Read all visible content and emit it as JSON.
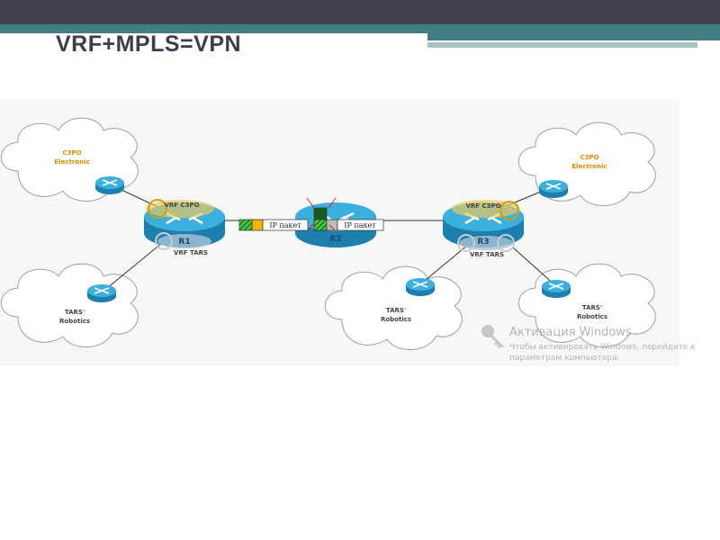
{
  "slide": {
    "title": "VRF+MPLS=VPN"
  },
  "diagram": {
    "sites": {
      "c3po_left": "C3PO",
      "c3po_left_2": "Electronic",
      "tars_left": "TARS'",
      "tars_left_2": "Robotics",
      "c3po_right": "C3PO",
      "c3po_right_2": "Electronic",
      "tars_mid": "TARS'",
      "tars_mid_2": "Robotics",
      "tars_right": "TARS'",
      "tars_right_2": "Robotics"
    },
    "routers": {
      "r1": "R1",
      "r2": "R2",
      "r3": "R3"
    },
    "vrf": {
      "r1_c3po": "VRF C3PO",
      "r1_tars": "VRF TARS",
      "r3_c3po": "VRF C3PO",
      "r3_tars": "VRF TARS"
    },
    "packets": {
      "left": "IP пакет",
      "right": "IP пакет"
    },
    "colors": {
      "router": "#2a9fd0",
      "c3po": "#e8a200",
      "label_green": "#22aa22"
    }
  },
  "watermark": {
    "title": "Активация Windows",
    "line1": "Чтобы активировать Windows, перейдите к",
    "line2": "параметрам компьютера."
  }
}
